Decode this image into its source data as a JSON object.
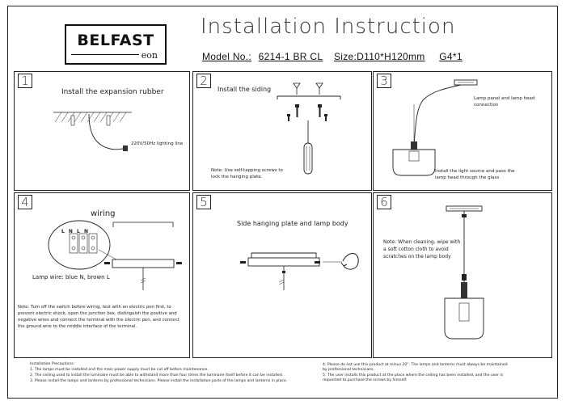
{
  "header": {
    "brand": "BELFAST",
    "brand_sub": "eon",
    "title": "Installation Instruction",
    "model_label": "Model No.:",
    "model_value": "6214-1 BR CL",
    "size_label": "Size:",
    "size_value": "D110*H120mm",
    "bulb": "G4*1"
  },
  "steps": [
    {
      "num": "1",
      "title": "Install the expansion rubber",
      "label": "220V/50Hz lighting line"
    },
    {
      "num": "2",
      "title": "Install the siding",
      "note_lines": [
        "Note: Use self-tapping screws to",
        "lock the hanging plate."
      ]
    },
    {
      "num": "3",
      "label_lines": [
        "Lamp panel and lamp head",
        "connection"
      ],
      "note_lines": [
        "Install the light source and pass the",
        "lamp head through the glass"
      ]
    },
    {
      "num": "4",
      "title": "wiring",
      "lamp_wire": "Lamp wire: blue N, brown L",
      "terminal_labels": [
        "L",
        "N",
        "L",
        "N"
      ],
      "note_lines": [
        "Note: Turn off the switch before wiring, test with an electric pen first, to",
        "prevent electric shock, open the junction box, distinguish the positive and",
        "negative wires and connect the terminal with the electric pen, and connect",
        "the ground wire to the middle interface of the terminal."
      ]
    },
    {
      "num": "5",
      "title": "Side hanging plate and lamp body"
    },
    {
      "num": "6",
      "note_lines": [
        "Note: When cleaning, wipe with",
        "a soft cotton cloth to avoid",
        "scratches on the lamp body"
      ]
    }
  ],
  "precautions": {
    "heading": "Installation Precautions:",
    "left": [
      "1. The lamps must be installed and the main power supply must be cut off before maintenance.",
      "2. The ceiling used to install the luminaire must be able to withstand more than four times the luminaire itself before it can be installed.",
      "3. Please install the lamps and lanterns by professional technicians. Please install the installation parts of the lamps and lanterns in place."
    ],
    "right": [
      "4. Please do not use this product at minus 20°. The lamps and lanterns must always be maintained",
      "by professional technicians.",
      "5. The user installs this product at the place where the ceiling has been installed, and the user is",
      "requested to purchase the screws by himself."
    ]
  }
}
